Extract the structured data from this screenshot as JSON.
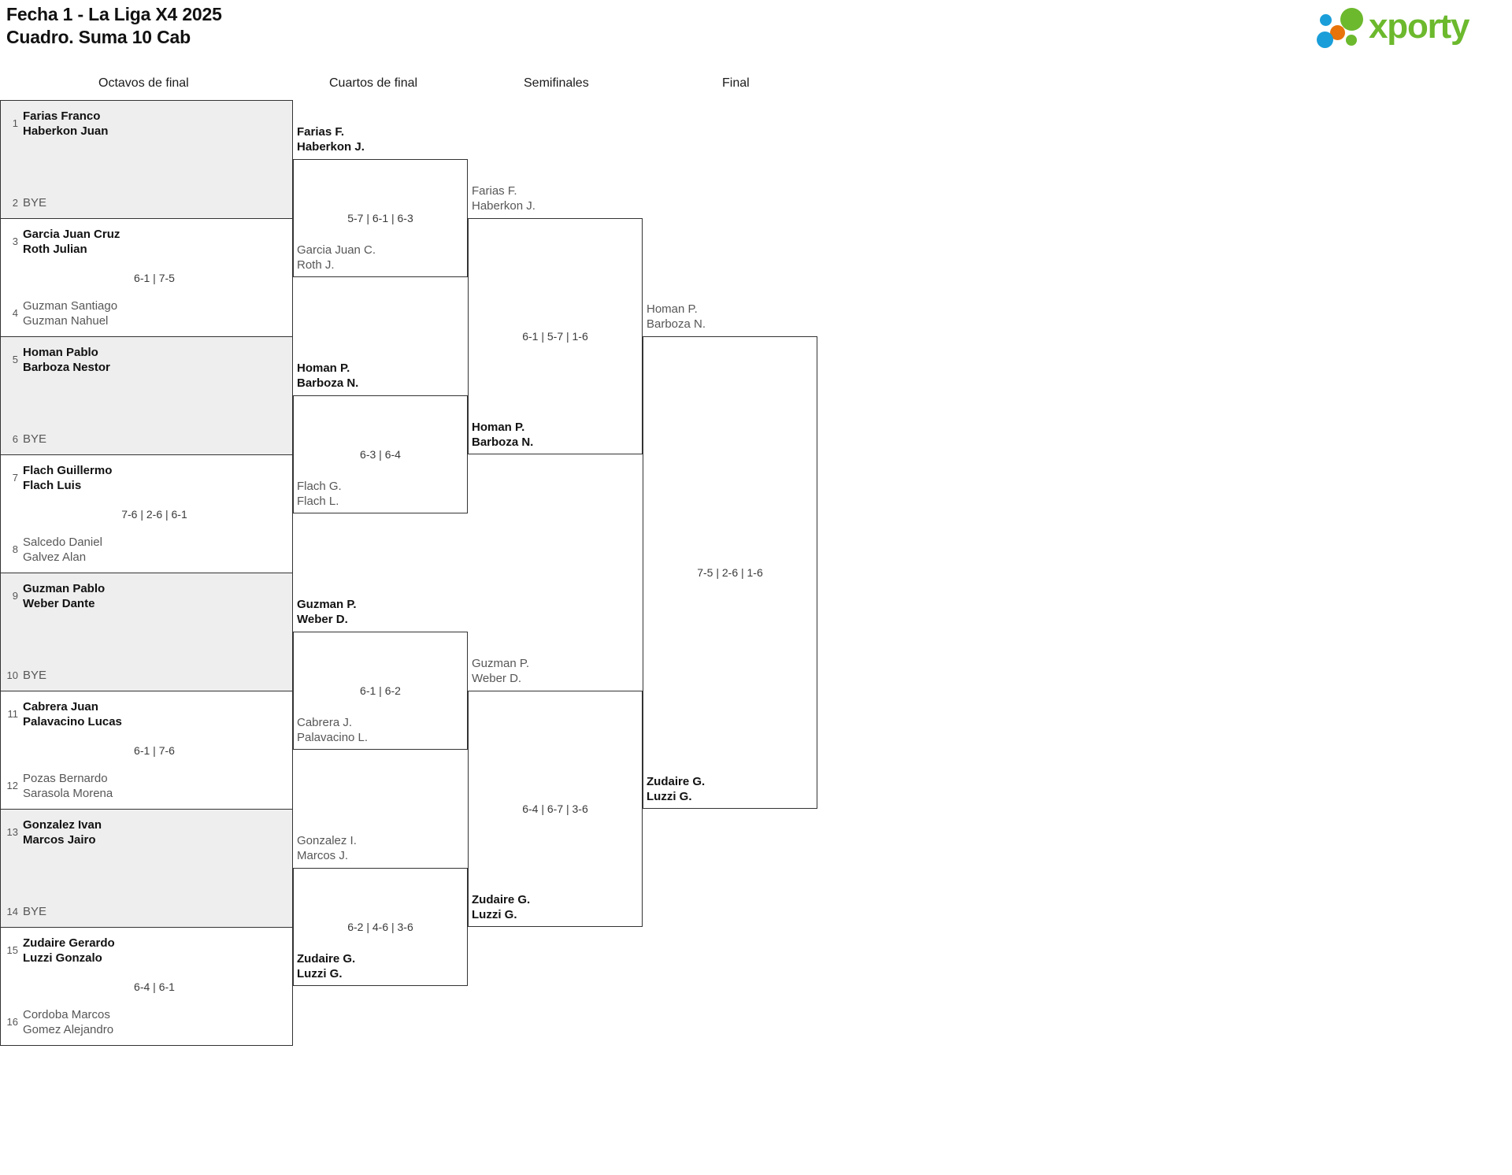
{
  "header": {
    "title_line1": "Fecha 1 - La Liga X4 2025",
    "title_line2": "Cuadro. Suma 10 Cab",
    "logo_word": "xporty",
    "logo_colors": {
      "green": "#6cb92d",
      "blue": "#1a9ed9",
      "orange": "#e8730a"
    }
  },
  "round_headers": [
    "Octavos de final",
    "Cuartos de final",
    "Semifinales",
    "Final"
  ],
  "round1": [
    {
      "shaded": true,
      "score": "",
      "top": {
        "seed": "1",
        "line1": "Farias Franco",
        "line2": "Haberkon Juan",
        "result": "winner"
      },
      "bottom": {
        "seed": "2",
        "line1": "BYE",
        "line2": "",
        "result": "bye"
      }
    },
    {
      "shaded": false,
      "score": "6-1 | 7-5",
      "top": {
        "seed": "3",
        "line1": "Garcia Juan Cruz",
        "line2": "Roth Julian",
        "result": "winner"
      },
      "bottom": {
        "seed": "4",
        "line1": "Guzman Santiago",
        "line2": "Guzman Nahuel",
        "result": "loser"
      }
    },
    {
      "shaded": true,
      "score": "",
      "top": {
        "seed": "5",
        "line1": "Homan Pablo",
        "line2": "Barboza Nestor",
        "result": "winner"
      },
      "bottom": {
        "seed": "6",
        "line1": "BYE",
        "line2": "",
        "result": "bye"
      }
    },
    {
      "shaded": false,
      "score": "7-6 | 2-6 | 6-1",
      "top": {
        "seed": "7",
        "line1": "Flach Guillermo",
        "line2": "Flach Luis",
        "result": "winner"
      },
      "bottom": {
        "seed": "8",
        "line1": "Salcedo Daniel",
        "line2": "Galvez Alan",
        "result": "loser"
      }
    },
    {
      "shaded": true,
      "score": "",
      "top": {
        "seed": "9",
        "line1": "Guzman Pablo",
        "line2": "Weber Dante",
        "result": "winner"
      },
      "bottom": {
        "seed": "10",
        "line1": "BYE",
        "line2": "",
        "result": "bye"
      }
    },
    {
      "shaded": false,
      "score": "6-1 | 7-6",
      "top": {
        "seed": "11",
        "line1": "Cabrera Juan",
        "line2": "Palavacino Lucas",
        "result": "winner"
      },
      "bottom": {
        "seed": "12",
        "line1": "Pozas Bernardo",
        "line2": "Sarasola Morena",
        "result": "loser"
      }
    },
    {
      "shaded": true,
      "score": "",
      "top": {
        "seed": "13",
        "line1": "Gonzalez Ivan",
        "line2": "Marcos Jairo",
        "result": "winner"
      },
      "bottom": {
        "seed": "14",
        "line1": "BYE",
        "line2": "",
        "result": "bye"
      }
    },
    {
      "shaded": false,
      "score": "6-4 | 6-1",
      "top": {
        "seed": "15",
        "line1": "Zudaire Gerardo",
        "line2": "Luzzi Gonzalo",
        "result": "winner"
      },
      "bottom": {
        "seed": "16",
        "line1": "Cordoba Marcos",
        "line2": "Gomez Alejandro",
        "result": "loser"
      }
    }
  ],
  "quarterfinals": [
    {
      "score": "5-7 | 6-1 | 6-3",
      "top": {
        "line1": "Farias F.",
        "line2": "Haberkon J.",
        "result": "winner"
      },
      "bottom": {
        "line1": "Garcia Juan C.",
        "line2": "Roth J.",
        "result": "loser"
      }
    },
    {
      "score": "6-3 | 6-4",
      "top": {
        "line1": "Homan P.",
        "line2": "Barboza N.",
        "result": "winner"
      },
      "bottom": {
        "line1": "Flach G.",
        "line2": "Flach L.",
        "result": "loser"
      }
    },
    {
      "score": "6-1 | 6-2",
      "top": {
        "line1": "Guzman P.",
        "line2": "Weber D.",
        "result": "winner"
      },
      "bottom": {
        "line1": "Cabrera J.",
        "line2": "Palavacino L.",
        "result": "loser"
      }
    },
    {
      "score": "6-2 | 4-6 | 3-6",
      "top": {
        "line1": "Gonzalez I.",
        "line2": "Marcos J.",
        "result": "loser"
      },
      "bottom": {
        "line1": "Zudaire G.",
        "line2": "Luzzi G.",
        "result": "winner"
      }
    }
  ],
  "semifinals": [
    {
      "score": "6-1 | 5-7 | 1-6",
      "top": {
        "line1": "Farias F.",
        "line2": "Haberkon J.",
        "result": "loser"
      },
      "bottom": {
        "line1": "Homan P.",
        "line2": "Barboza N.",
        "result": "winner"
      }
    },
    {
      "score": "6-4 | 6-7 | 3-6",
      "top": {
        "line1": "Guzman P.",
        "line2": "Weber D.",
        "result": "loser"
      },
      "bottom": {
        "line1": "Zudaire G.",
        "line2": "Luzzi G.",
        "result": "winner"
      }
    }
  ],
  "final": {
    "score": "7-5 | 2-6 | 1-6",
    "top": {
      "line1": "Homan P.",
      "line2": "Barboza N.",
      "result": "loser"
    },
    "bottom": {
      "line1": "Zudaire G.",
      "line2": "Luzzi G.",
      "result": "winner"
    }
  }
}
